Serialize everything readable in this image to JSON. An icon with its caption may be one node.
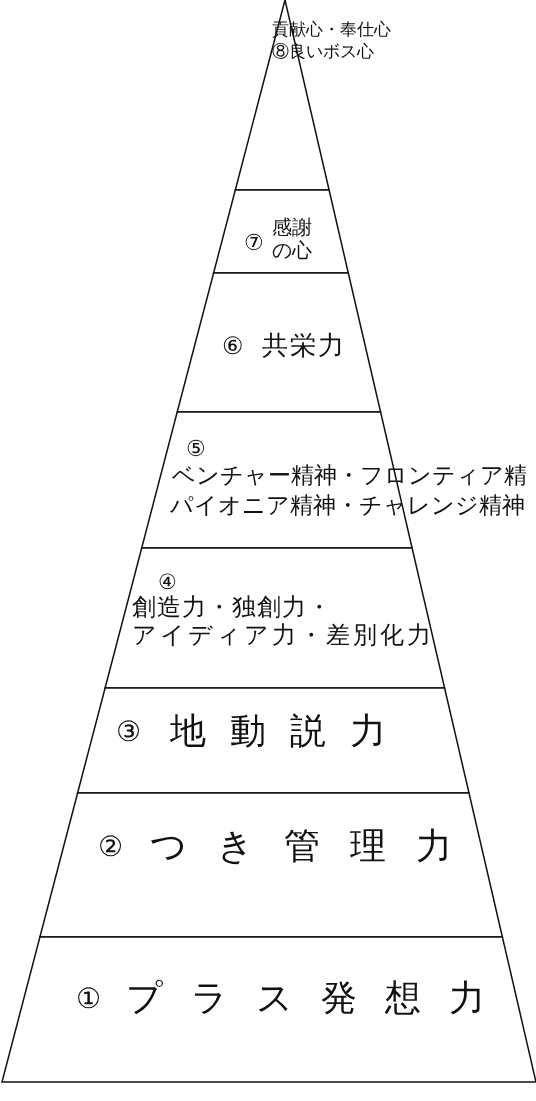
{
  "diagram": {
    "nodes": [
      {
        "text": [
          "貢献心・奉仕心",
          "⑧良いボス心"
        ]
      },
      {
        "text": [
          "⑦",
          "感謝の心"
        ]
      },
      {
        "text": [
          "⑥",
          "共栄力"
        ]
      },
      {
        "text": [
          "⑤",
          "ベンチャー精神・フロンティア精",
          "パイオニア精神・チャレンジ精神"
        ]
      },
      {
        "text": [
          "④",
          "創造力・独創力・",
          "アイディア力・差別化力"
        ]
      },
      {
        "text": [
          "③",
          "地動説力"
        ]
      },
      {
        "text": [
          "②",
          "つき管理力"
        ]
      },
      {
        "text": [
          "①",
          "プラス発想力"
        ]
      }
    ],
    "edges": []
  }
}
